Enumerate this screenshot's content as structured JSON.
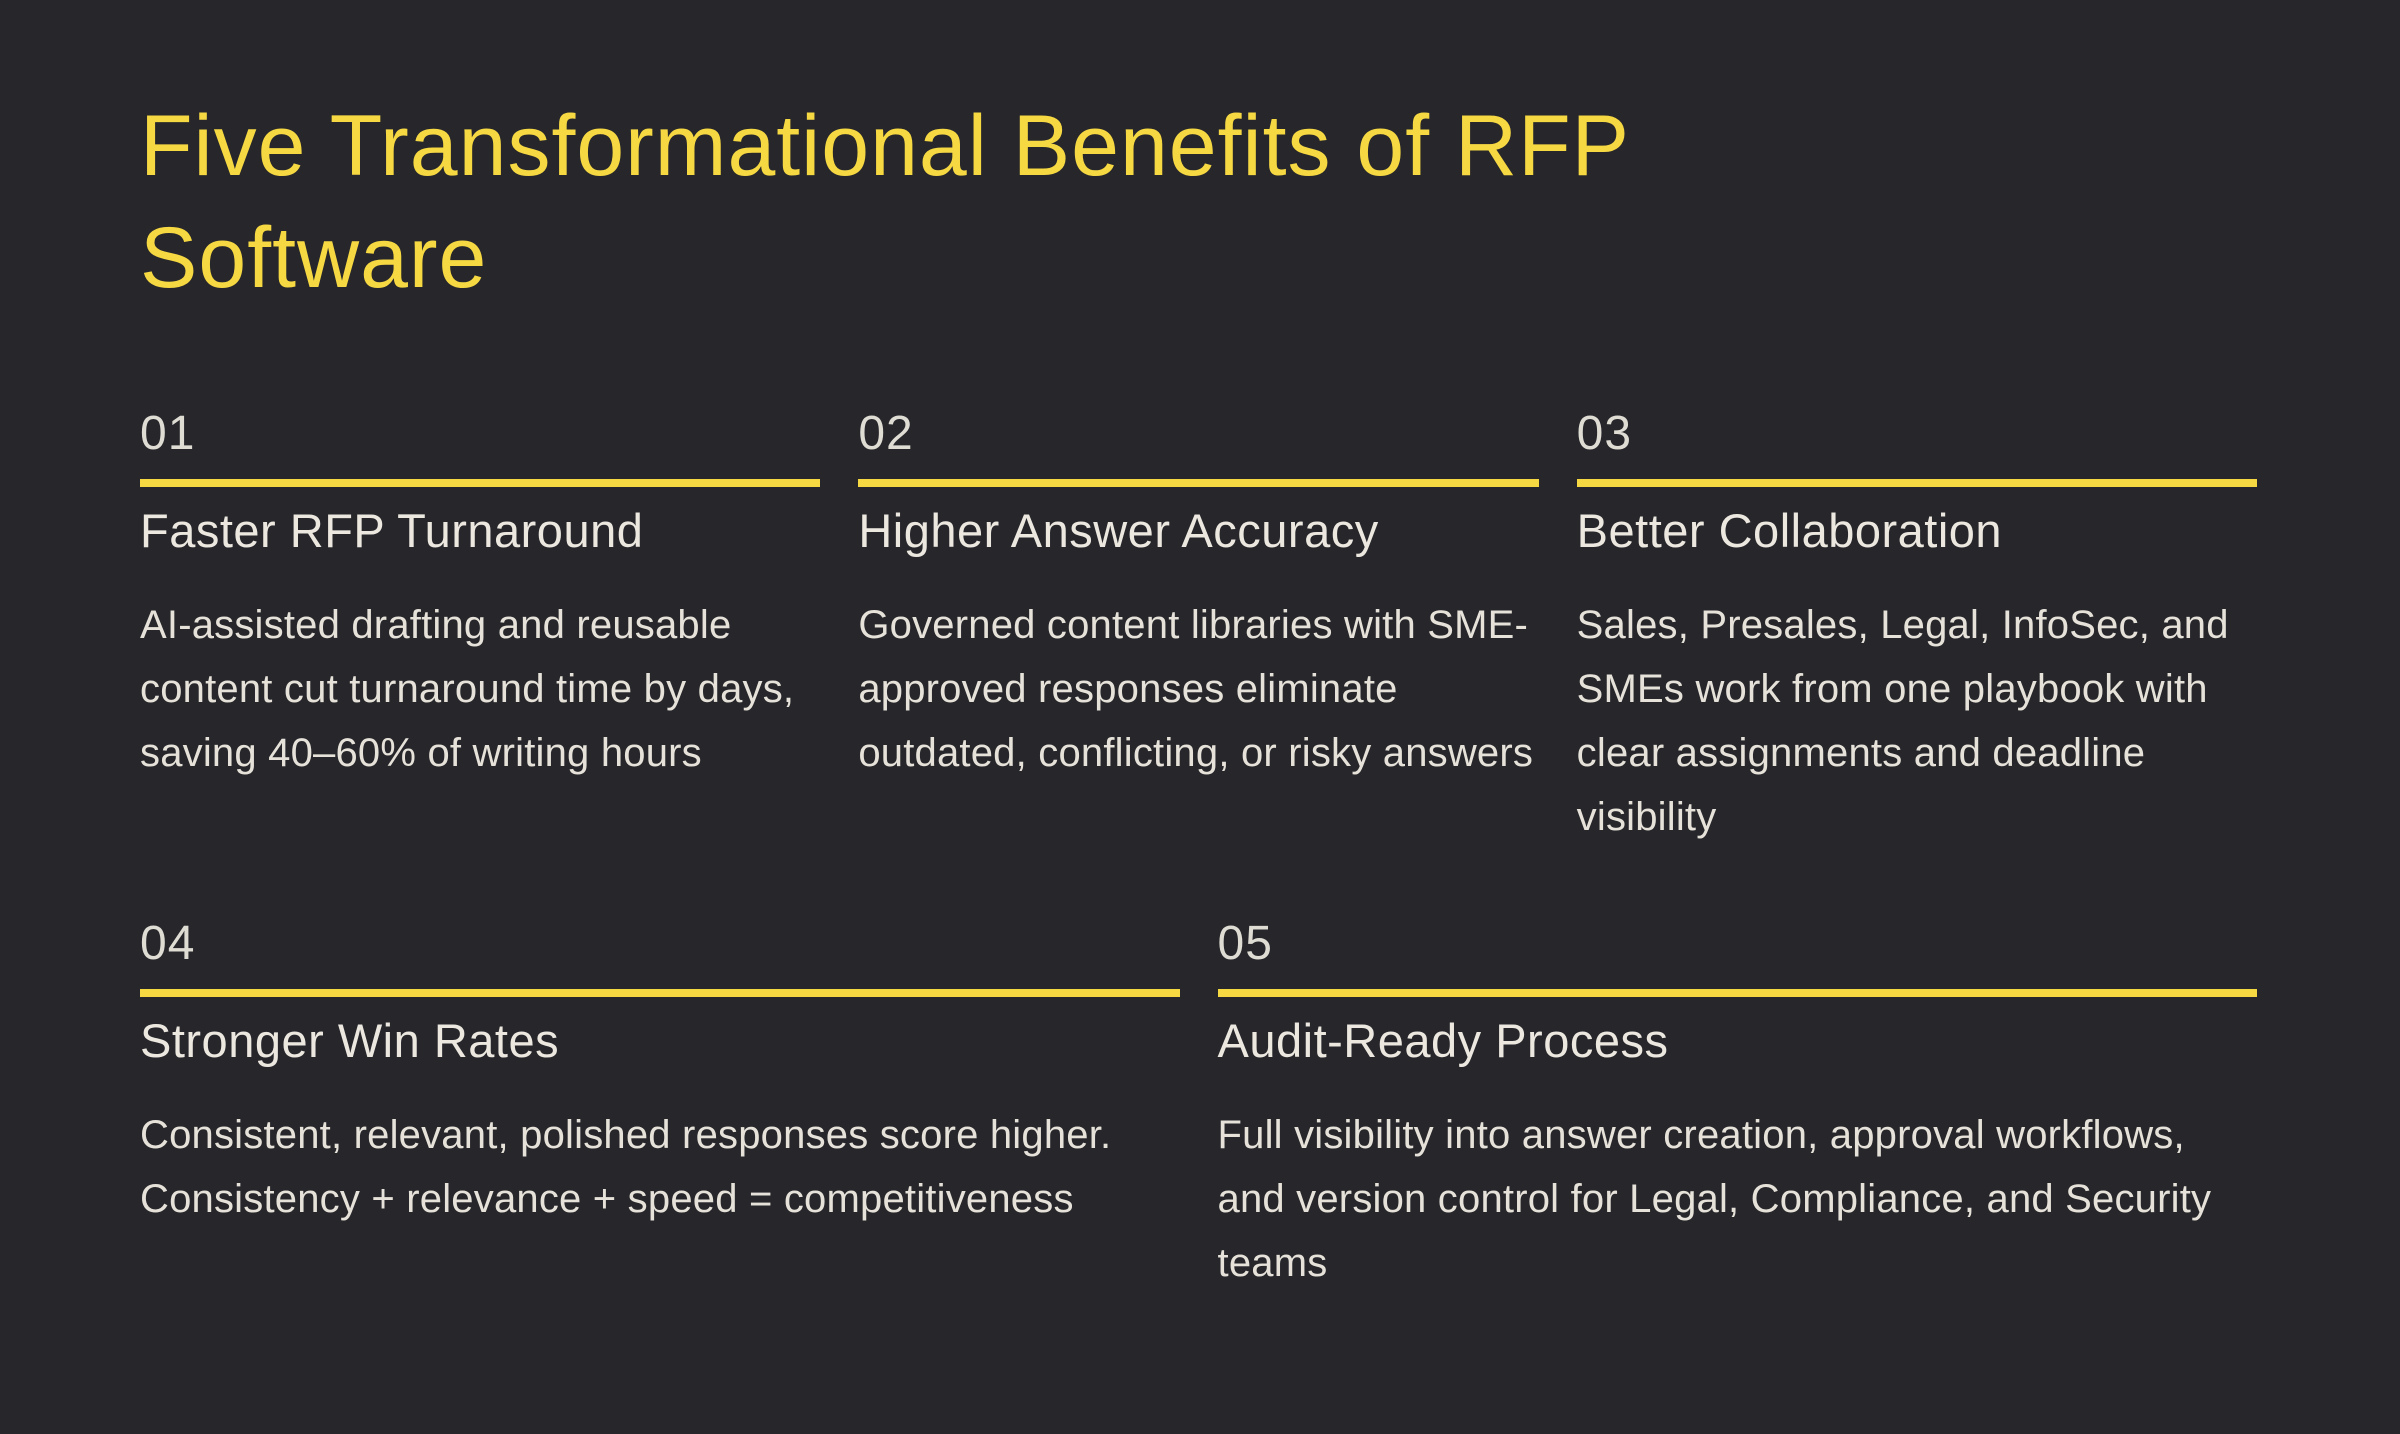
{
  "page": {
    "title": "Five Transformational Benefits of RFP Software",
    "colors": {
      "background": "#26262B",
      "accent_yellow": "#F6D843",
      "body_text": "#E6E2D9"
    }
  },
  "benefits": [
    {
      "number": "01",
      "heading": "Faster RFP Turnaround",
      "description": "AI-assisted drafting and reusable content cut turnaround time by days, saving 40–60% of writing hours"
    },
    {
      "number": "02",
      "heading": "Higher Answer Accuracy",
      "description": "Governed content libraries with SME-approved responses eliminate outdated, conflicting, or risky answers"
    },
    {
      "number": "03",
      "heading": "Better Collaboration",
      "description": "Sales, Presales, Legal, InfoSec, and SMEs work from one playbook with clear assignments and deadline visibility"
    },
    {
      "number": "04",
      "heading": "Stronger Win Rates",
      "description": "Consistent, relevant, polished responses score higher. Consistency + relevance + speed = competitiveness"
    },
    {
      "number": "05",
      "heading": "Audit-Ready Process",
      "description": "Full visibility into answer creation, approval workflows, and version control for Legal, Compliance, and Security teams"
    }
  ]
}
